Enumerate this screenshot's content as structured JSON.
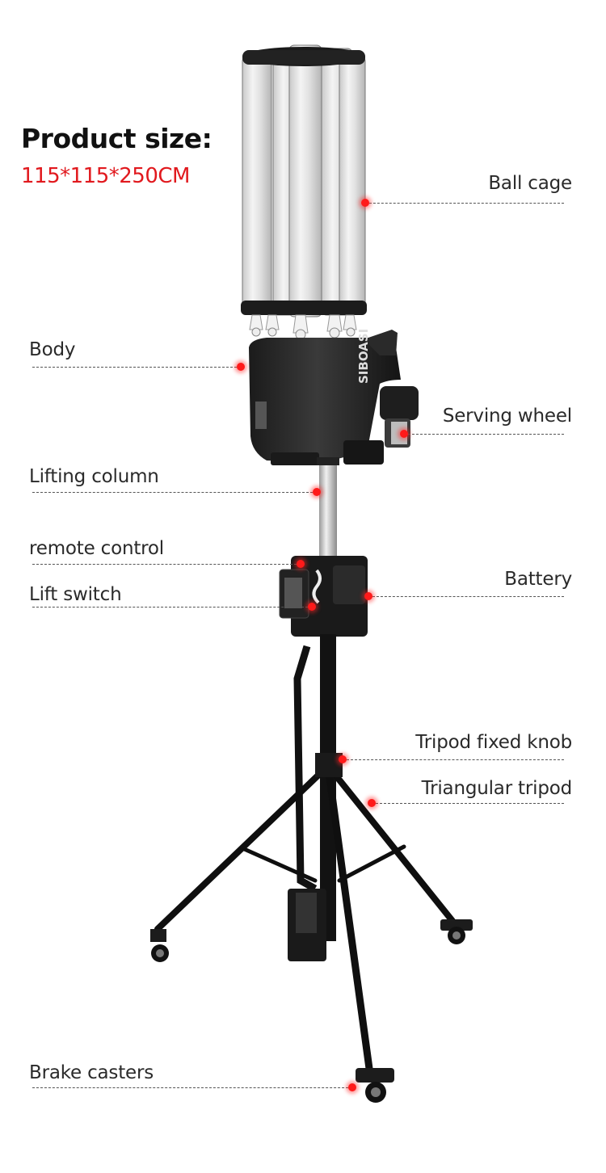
{
  "heading": {
    "title": "Product size:",
    "dimensions": "115*115*250CM",
    "dimensions_color": "#e1191e"
  },
  "labels": {
    "ball_cage": "Ball cage",
    "body": "Body",
    "serving_wheel": "Serving wheel",
    "lifting_column": "Lifting column",
    "remote_control": "remote control",
    "lift_switch": "Lift switch",
    "battery": "Battery",
    "tripod_fixed_knob": "Tripod fixed knob",
    "triangular_tripod": "Triangular tripod",
    "brake_casters": "Brake casters"
  },
  "brand_mark": "SIBOASI",
  "marker_color": "#ff1a1a"
}
